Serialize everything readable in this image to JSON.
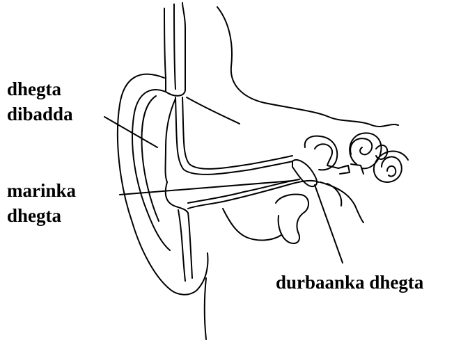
{
  "labels": {
    "outer_ear": {
      "line1": "dhegta",
      "line2": "dibadda"
    },
    "ear_canal": {
      "line1": "marinka",
      "line2": "dhegta"
    },
    "eardrum": {
      "line1": "durbaanka dhegta"
    }
  },
  "colors": {
    "ink": "#000000",
    "background": "#ffffff"
  }
}
